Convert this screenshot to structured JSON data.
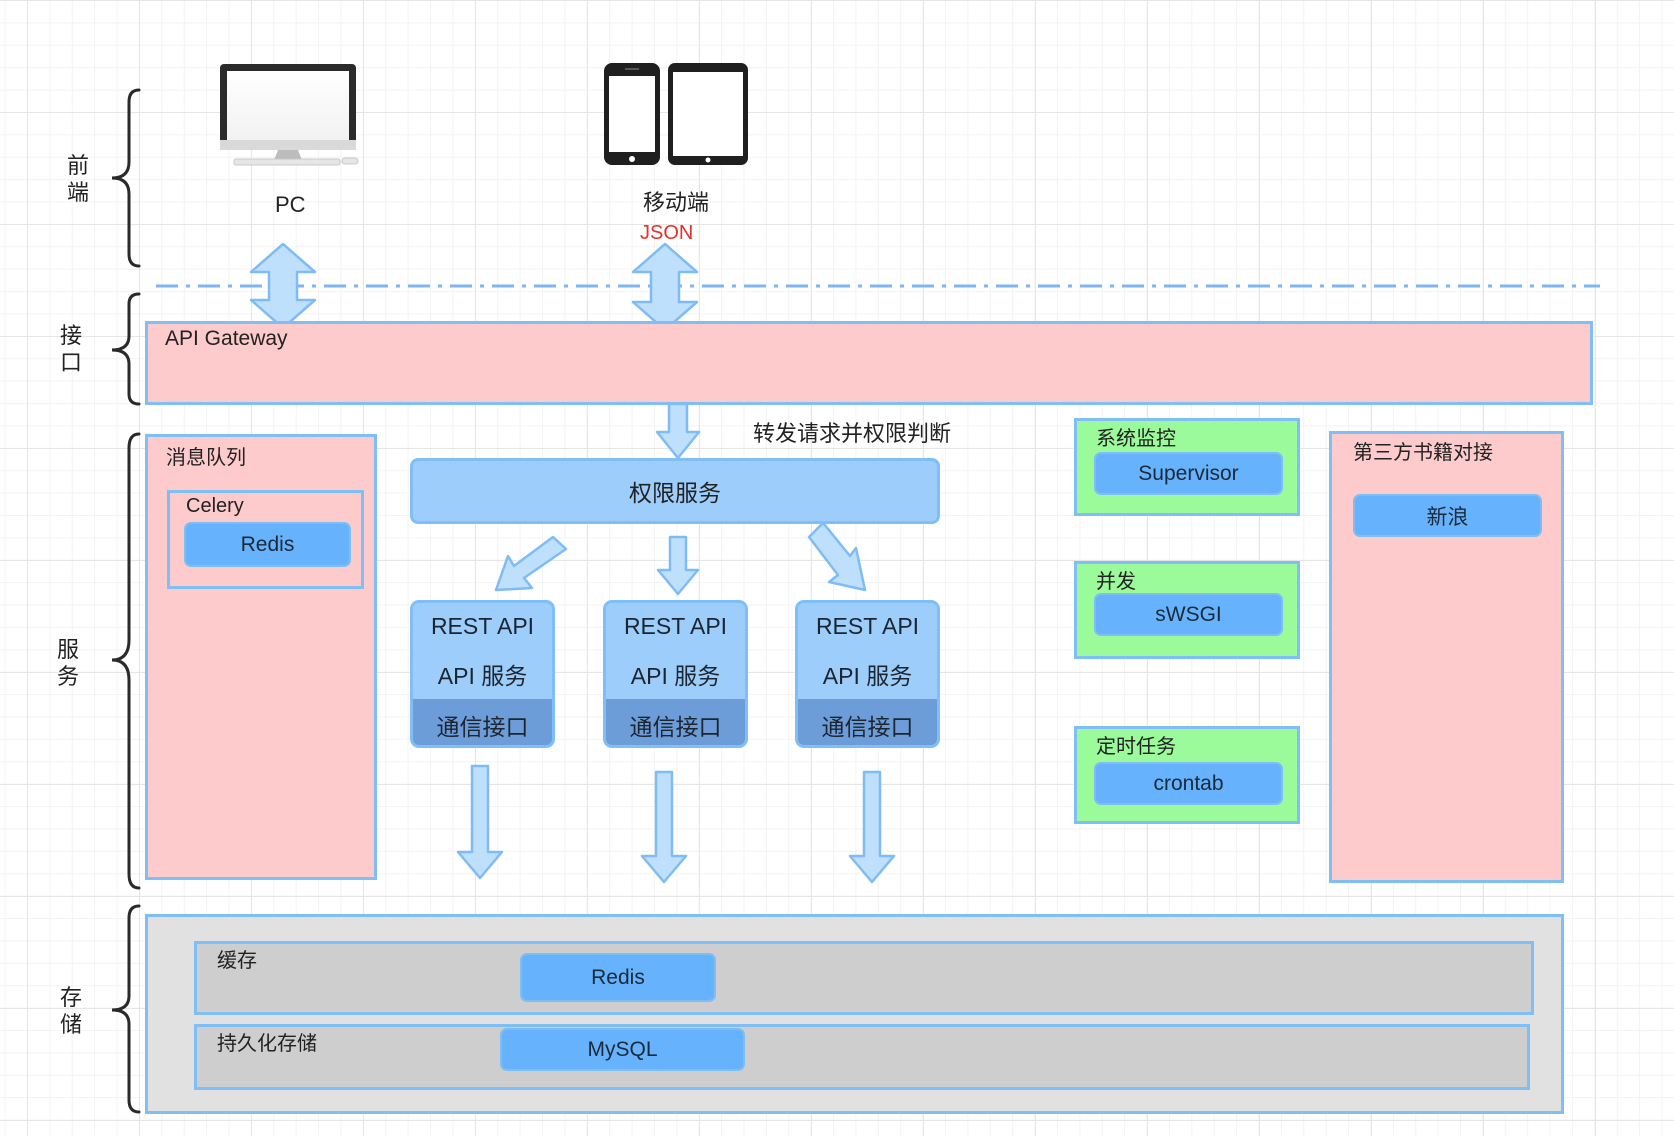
{
  "layers": {
    "frontend": "前\n端",
    "interface": "接\n口",
    "service": "服\n务",
    "storage": "存\n储"
  },
  "clients": {
    "pc": "PC",
    "mobile": "移动端",
    "json": "JSON"
  },
  "gateway": {
    "label": "API Gateway"
  },
  "forward_note": "转发请求并权限判断",
  "mq": {
    "title": "消息队列",
    "celery": "Celery",
    "redis": "Redis"
  },
  "auth_service": "权限服务",
  "rest_services": [
    {
      "title": "REST API",
      "body": "API 服务",
      "footer": "通信接口"
    },
    {
      "title": "REST API",
      "body": "API 服务",
      "footer": "通信接口"
    },
    {
      "title": "REST API",
      "body": "API 服务",
      "footer": "通信接口"
    }
  ],
  "monitor": {
    "title": "系统监控",
    "item": "Supervisor"
  },
  "concurrency": {
    "title": "并发",
    "item": "sWSGI"
  },
  "cron": {
    "title": "定时任务",
    "item": "crontab"
  },
  "third_party": {
    "title": "第三方书籍对接",
    "item": "新浪"
  },
  "storage": {
    "cache": {
      "title": "缓存",
      "item": "Redis"
    },
    "persist": {
      "title": "持久化存储",
      "item": "MySQL"
    }
  },
  "colors": {
    "pink": "#fecbcd",
    "green": "#9bfa9a",
    "blue": "#66b2fd",
    "light_blue": "#9ccdfb",
    "border_blue": "#80bff5",
    "json_red": "#e5312b"
  }
}
